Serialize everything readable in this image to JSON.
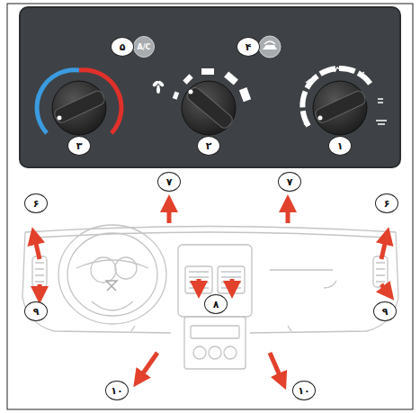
{
  "diagram": {
    "nodes": [
      {
        "text": [
          "A/C"
        ]
      }
    ],
    "labels": [
      "۵",
      "۴",
      "۳",
      "۲",
      "۱",
      "۶",
      "۷",
      "۷",
      "۶",
      "۸",
      "۹",
      "۹",
      "۱۰",
      "۱۰"
    ]
  }
}
